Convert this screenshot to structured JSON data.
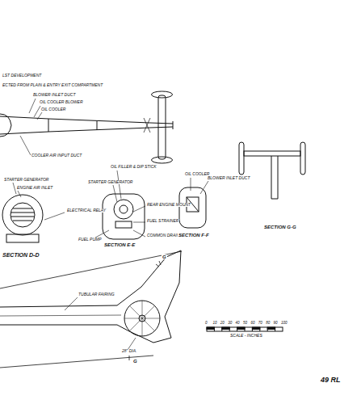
{
  "diagram": {
    "labels": [
      "LST DEVELOPMENT",
      "ECTED FROM PLAIN & ENTRY EXIT COMPARTMENT",
      "BLOWER INLET DUCT",
      "OIL COOLER BLOWER",
      "OIL COOLER",
      "COOLER AIR INPUT DUCT",
      "STARTER GENERATOR",
      "ENGINE AIR INLET",
      "SECTION D-D",
      "ELECTRICAL RELAY",
      "OIL FILLER & DIP STICK",
      "STARTER GENERATOR",
      "REAR ENGINE MOUNT",
      "FUEL STRAINER",
      "FUEL PUMP",
      "COMMON DRAIN MANIFOLD",
      "SECTION E-E",
      "OIL COOLER",
      "BLOWER INLET DUCT",
      "SECTION F-F",
      "SECTION G-G",
      "TUBULAR FAIRING",
      "28\" DIA.",
      "G",
      "G",
      "0",
      "10",
      "20",
      "30",
      "40",
      "50",
      "60",
      "70",
      "80",
      "90",
      "100",
      "SCALE - INCHES",
      "49 RL"
    ]
  }
}
